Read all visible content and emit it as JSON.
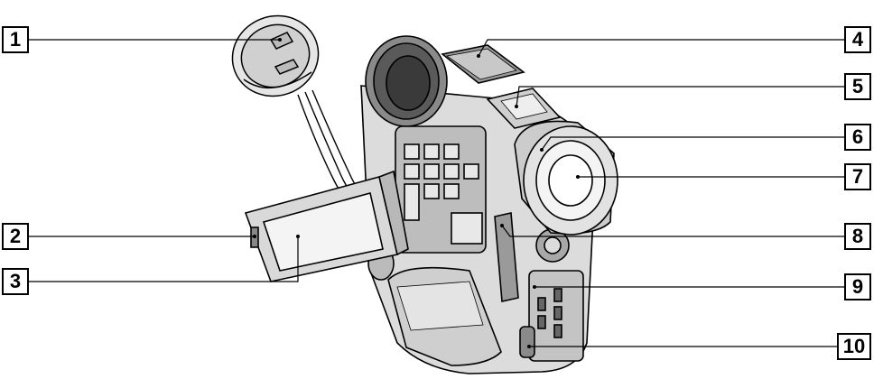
{
  "callouts": {
    "c1": "1",
    "c2": "2",
    "c3": "3",
    "c4": "4",
    "c5": "5",
    "c6": "6",
    "c7": "7",
    "c8": "8",
    "c9": "9",
    "c10": "10"
  },
  "colors": {
    "line": "#000000",
    "body_fill": "#d9d9d9",
    "dark_fill": "#7a7a7a",
    "light_fill": "#f0f0f0"
  }
}
